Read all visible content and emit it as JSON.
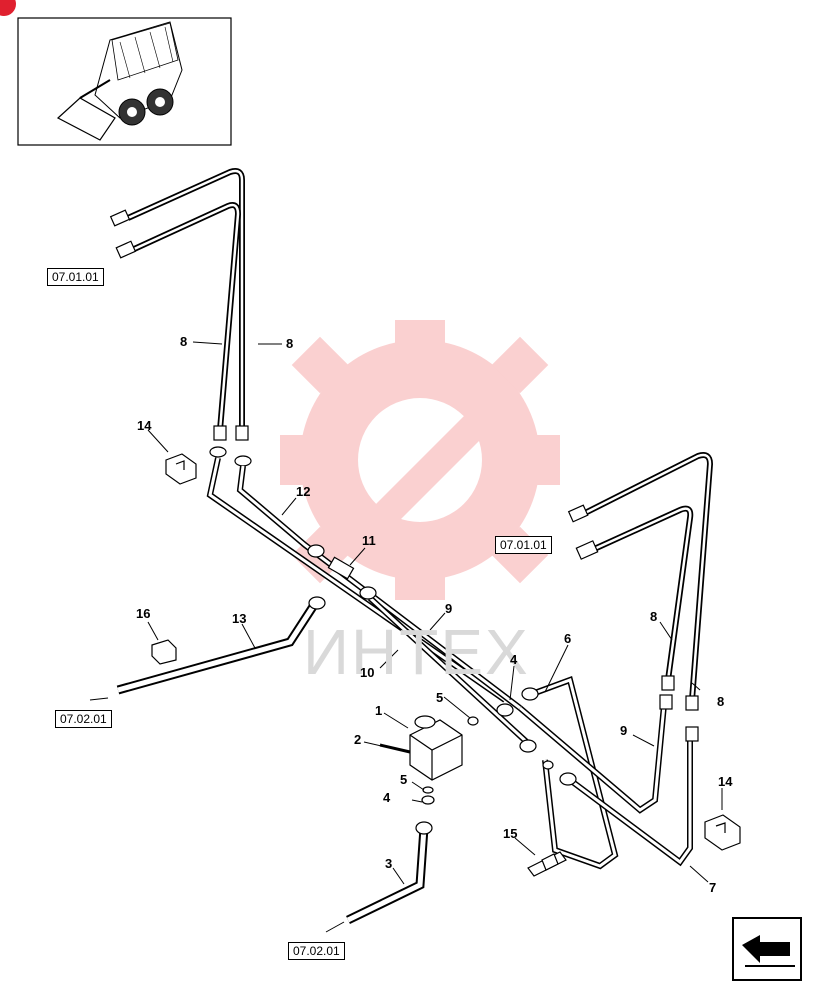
{
  "watermark": {
    "text": "ИНТЕХ",
    "color": "#f0a0a0"
  },
  "thumbnail": {
    "icon": "skid-steer-loader-icon"
  },
  "references": {
    "r1": "07.01.01",
    "r2": "07.01.01",
    "r3": "07.02.01",
    "r4": "07.02.01"
  },
  "callouts": {
    "c1": "1",
    "c2": "2",
    "c3": "3",
    "c4a": "4",
    "c4b": "4",
    "c5a": "5",
    "c5b": "5",
    "c6": "6",
    "c7": "7",
    "c8a": "8",
    "c8b": "8",
    "c8c": "8",
    "c8d": "8",
    "c9a": "9",
    "c9b": "9",
    "c10": "10",
    "c11": "11",
    "c12": "12",
    "c13": "13",
    "c14a": "14",
    "c14b": "14",
    "c15": "15",
    "c16": "16"
  },
  "nav": {
    "icon": "next-page-arrow-icon"
  },
  "corner_badge": {
    "icon": "red-corner-badge-icon",
    "color": "#e0202f"
  }
}
